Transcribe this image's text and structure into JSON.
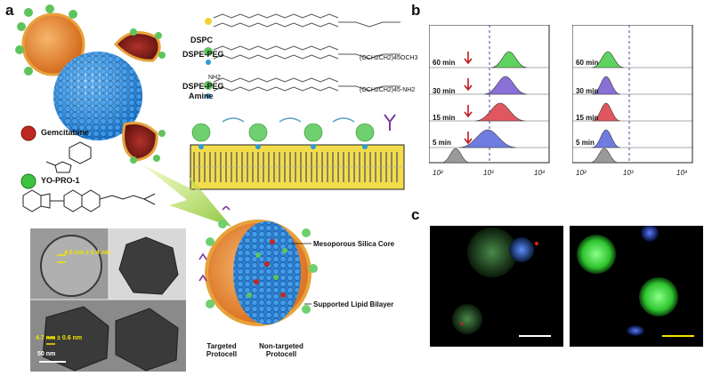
{
  "panels": {
    "a": "a",
    "b": "b",
    "c": "c"
  },
  "lipids": {
    "dspc": "DSPC",
    "dspe_peg": "DSPE-PEG",
    "dspe_peg_amine_line1": "DSPE-PEG",
    "dspe_peg_amine_line2": "Amine",
    "nh2": "NH2",
    "peg_formula_1": "(OCH2CH2)45OCH3",
    "peg_formula_2": "(OCH2CH2)45-NH2"
  },
  "cargo": {
    "gemcitabine": "Gemcitabine",
    "yopro": "YO-PRO-1"
  },
  "em": {
    "measure_top": "4.6 nm ± 0.4 nm",
    "measure_bottom": "4.7 nm ± 0.6 nm",
    "scale": "50 nm"
  },
  "protocell": {
    "core_label": "Mesoporous Silica Core",
    "bilayer_label": "Supported Lipid Bilayer",
    "targeted": "Targeted Protocell",
    "nontargeted": "Non-targeted Protocell"
  },
  "flow": {
    "rows": [
      "60 min",
      "30 min",
      "15 min",
      "5 min"
    ],
    "rows_right": [
      "60 min",
      "30 min",
      "15 min",
      "5 min"
    ],
    "xticks": [
      "10²",
      "10³",
      "10⁴"
    ],
    "xticks_right": [
      "10²",
      "10³",
      "10⁴"
    ]
  },
  "colors": {
    "green": "#5fd35f",
    "purple": "#8a6fd6",
    "red": "#e0575f",
    "blue": "#6f7ce0",
    "gray": "#9a9a9a",
    "arrow": "#c0191f",
    "dashed": "#3b4ca8"
  }
}
